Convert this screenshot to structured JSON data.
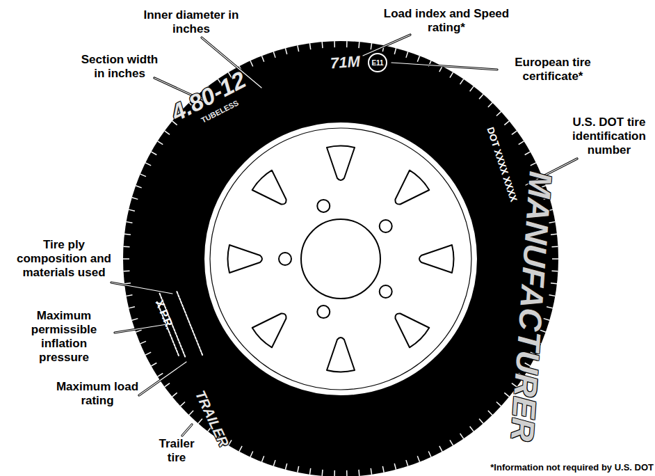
{
  "diagram": {
    "nodes": [
      {
        "text": [
          "E11"
        ]
      }
    ],
    "labels": [
      "Inner diameter in inches",
      "Section width in inches",
      "4.80-12",
      "TUBELESS",
      "71M",
      "Load index and Speed rating*",
      "European tire certificate*",
      "U.S. DOT tire identification number",
      "DOT XXXX XXXX",
      "MANUFACTURER",
      "Tire ply composition and materials used",
      "X P.R.",
      "TRAILER",
      "Maximum permissible inflation pressure",
      "Maximum load rating",
      "Trailer tire",
      "*Information not required by U.S. DOT"
    ]
  }
}
